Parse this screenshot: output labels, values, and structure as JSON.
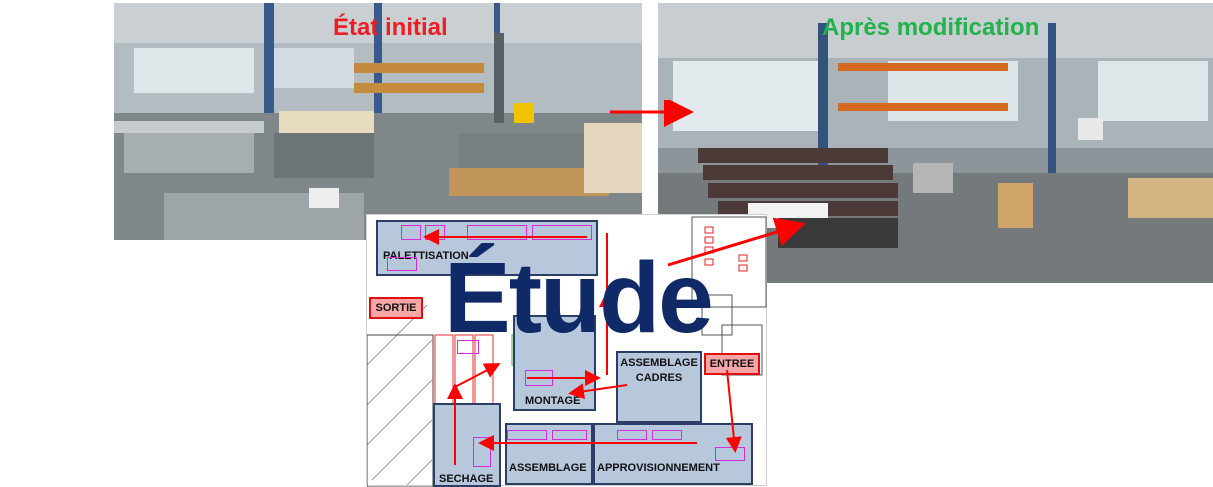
{
  "titles": {
    "initial": "État initial",
    "after": "Après modification",
    "study": "Étude"
  },
  "plan": {
    "zones": {
      "palettisation": "PALETTISATION",
      "sortie": "SORTIE",
      "assemblage_cadres_1": "ASSEMBLAGE",
      "assemblage_cadres_2": "CADRES",
      "entree": "ENTREE",
      "montage": "MONTAGE",
      "assemblage": "ASSEMBLAGE",
      "approvisionnement": "APPROVISIONNEMENT",
      "sechage": "SECHAGE"
    }
  },
  "colors": {
    "initial_title": "#ee1c25",
    "after_title": "#21b24b",
    "study_title": "#0f2a66",
    "flow_arrow": "#ff0000",
    "zone_fill": "#b7c7dc"
  }
}
